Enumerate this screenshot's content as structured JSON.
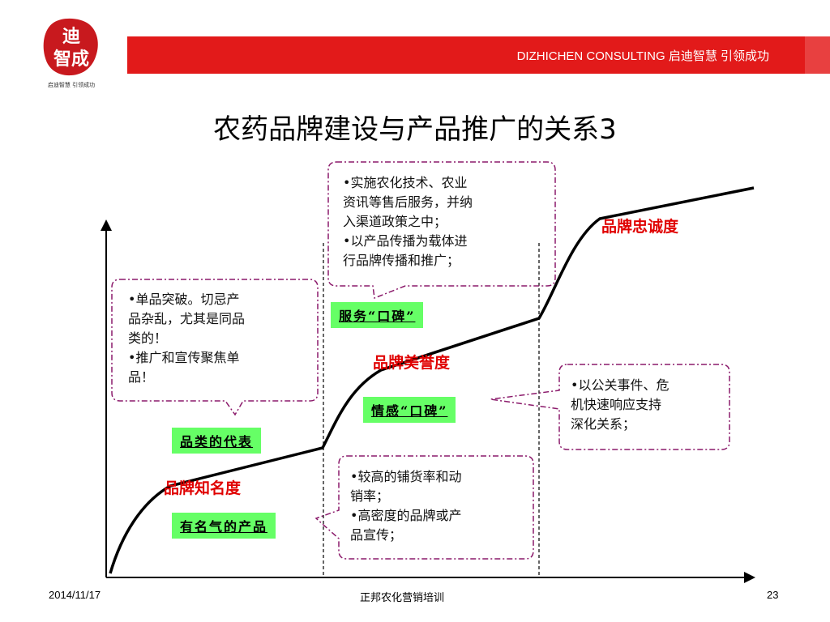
{
  "logo": {
    "main_chars": [
      "迪",
      "智成"
    ],
    "tagline": "启迪智慧 引领成功"
  },
  "header": {
    "brand_text": "DIZHICHEN  CONSULTING   启迪智慧 引领成功"
  },
  "title": "农药品牌建设与产品推广的关系3",
  "diagram": {
    "stages": {
      "awareness": "品牌知名度",
      "reputation": "品牌美誉度",
      "loyalty": "品牌忠诚度"
    },
    "tags": {
      "famous_product": "有名气的产品",
      "category_rep": "品类的代表",
      "emotional_wom": "情感“口碑”",
      "service_wom": "服务“口碑”"
    },
    "bubbles": {
      "left": [
        "•单品突破。切忌产",
        "品杂乱，尤其是同品",
        "类的！",
        "•推广和宣传聚焦单",
        "品！"
      ],
      "bottom": [
        "•较高的铺货率和动",
        "销率；",
        "•高密度的品牌或产",
        "品宣传；"
      ],
      "top": [
        "•实施农化技术、农业",
        "资讯等售后服务，并纳",
        "入渠道政策之中；",
        "•以产品传播为载体进",
        "行品牌传播和推广；"
      ],
      "right": [
        "•以公关事件、危",
        "机快速响应支持",
        "深化关系；"
      ]
    }
  },
  "footer": {
    "date": "2014/11/17",
    "center": "正邦农化营销培训",
    "page": "23"
  },
  "colors": {
    "header_red": "#e21a1a",
    "stage_red": "#e00000",
    "tag_green": "#66ff66",
    "bubble_border": "#8b1a6b"
  }
}
